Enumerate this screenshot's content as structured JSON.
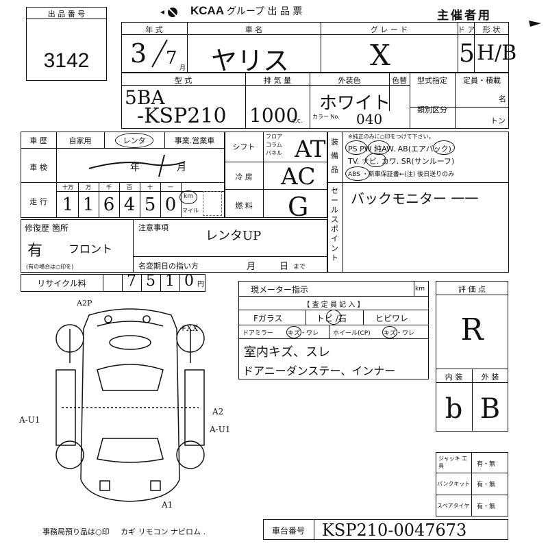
{
  "header": {
    "lot_label": "出 品 番 号",
    "lot_number": "3142",
    "brand": "KCAA",
    "group_title": ". グループ  出 品 票",
    "copy_type": "主催者用"
  },
  "row1": {
    "year_label": "年 式",
    "make_label": "車 名",
    "grade_label": "グ レ ー ド",
    "door_label": "ド ア",
    "shape_label": "形 状",
    "year_value": "3",
    "month_value": "7",
    "month_unit": "月",
    "car_name": "ヤリス",
    "grade": "X",
    "doors": "5",
    "shape": "H/B"
  },
  "row2": {
    "model_label": "型 式",
    "engine_label": "排 気 量",
    "color_label": "外装色",
    "color_change_label": "色替",
    "model_spec_label": "型式指定",
    "capacity_label": "定員・積載",
    "class_label": "類別区分",
    "person_unit": "名",
    "ton_unit": "トン",
    "model_line1": "5BA",
    "model_line2": "-KSP210",
    "engine_cc": "1000",
    "cc_unit": "c.c.",
    "color": "ホワイト",
    "color_no_label": "カラー No.",
    "color_no": "040"
  },
  "row3": {
    "history_label": "車 歴",
    "private_label": "自家用",
    "rental_label": "レンタ",
    "business_label": "事業.営業車",
    "inspection_label": "車 検",
    "year_unit": "年",
    "month_unit": "月",
    "mileage_label": "走 行",
    "digit_headers": [
      "十万",
      "万",
      "千",
      "百",
      "十",
      "一"
    ],
    "mileage_digits": [
      "1",
      "1",
      "6",
      "4",
      "5",
      "0"
    ],
    "km_label": "km",
    "mile_label": "マイル",
    "shift_label": "シフト",
    "shift_options": "フロア コラム パネル",
    "shift_value": "AT",
    "ac_label": "冷 房",
    "ac_value": "AC",
    "fuel_label": "燃 料",
    "fuel_value": "G",
    "equip_label": "装 備 品",
    "equip_note": "※純正のみに○印をつけて下さい。",
    "equip_line1": "PS PW 純AW. AB(エアバック)",
    "equip_line2": "TV. ナビ. カワ. SR(サンルーフ)",
    "equip_line3": "ABS ・新車保証書←(注) 後日送りのみ",
    "sales_point_label": "セールスポイント",
    "sales_point": "バックモニター 一一"
  },
  "row4": {
    "repair_label": "修復歴 箇所",
    "repair_value": "有",
    "repair_location": "フロント",
    "repair_note": "(有の場合は○印を)",
    "notes_label": "注意事項",
    "notes_value": "レンタUP",
    "name_change_label": "名変期日の指い方",
    "month_unit": "月",
    "day_unit": "日",
    "until": "まで"
  },
  "recycle": {
    "label": "リサイクル料",
    "digits": [
      "7",
      "5",
      "1",
      "0"
    ],
    "unit": "円"
  },
  "diagram": {
    "labels": [
      "A2P",
      "+XX",
      "A2",
      "A-U1",
      "A-U1",
      "A1"
    ]
  },
  "inspection": {
    "meter_label": "現メーター指示",
    "km_unit": "km",
    "inspector_header": "【 査 定 員 記 入 】",
    "glass_label": "Fガラス",
    "glass_opt1": "トビ",
    "glass_opt2": "/石",
    "glass_opt3": "ヒビワレ",
    "mirror_label": "ドアミラー",
    "mirror_opts": "キズ・ワレ",
    "wheel_label": "ホイール(CP)",
    "wheel_opts": "キズ・ワレ",
    "comment1": "室内キズ、スレ",
    "comment2": "ドアニーダンステー、インナー"
  },
  "rating": {
    "eval_label": "評 価 点",
    "score": "R",
    "interior_label": "内 装",
    "exterior_label": "外 装",
    "interior": "b",
    "exterior": "B"
  },
  "tools": {
    "jack_label": "ジャッキ 工 具",
    "jack_value": "有・無",
    "puncture_label": "パンクキット",
    "puncture_value": "有・無",
    "spare_label": "スペアタイヤ",
    "spare_value": "有・無"
  },
  "footer": {
    "office_note": "事務局預り品は○印",
    "items": "カギ  リモコン  ナビロム .",
    "chassis_label": "車台番号",
    "chassis_number": "KSP210-0047673"
  }
}
